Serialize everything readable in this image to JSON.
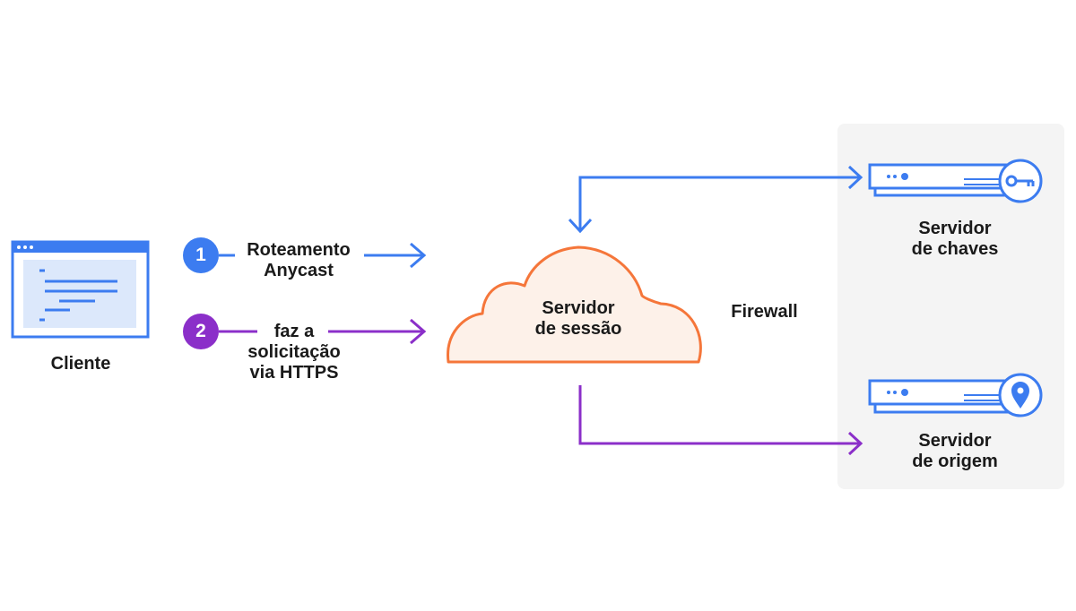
{
  "client": {
    "label": "Cliente"
  },
  "steps": [
    {
      "number": "1",
      "lines": [
        "Roteamento",
        "Anycast"
      ],
      "color": "#3c7cf0"
    },
    {
      "number": "2",
      "lines": [
        "faz a",
        "solicitação",
        "via HTTPS"
      ],
      "color": "#8b2fc9"
    }
  ],
  "session_server": {
    "lines": [
      "Servidor",
      "de sessão"
    ],
    "color": "#f5763a"
  },
  "firewall": {
    "label": "Firewall"
  },
  "key_server": {
    "lines": [
      "Servidor",
      "de chaves"
    ],
    "icon": "key-icon"
  },
  "origin_server": {
    "lines": [
      "Servidor",
      "de origem"
    ],
    "icon": "location-pin-icon"
  },
  "colors": {
    "blue": "#3c7cf0",
    "purple": "#8b2fc9",
    "orange": "#f5763a",
    "panel": "#f4f4f4"
  }
}
